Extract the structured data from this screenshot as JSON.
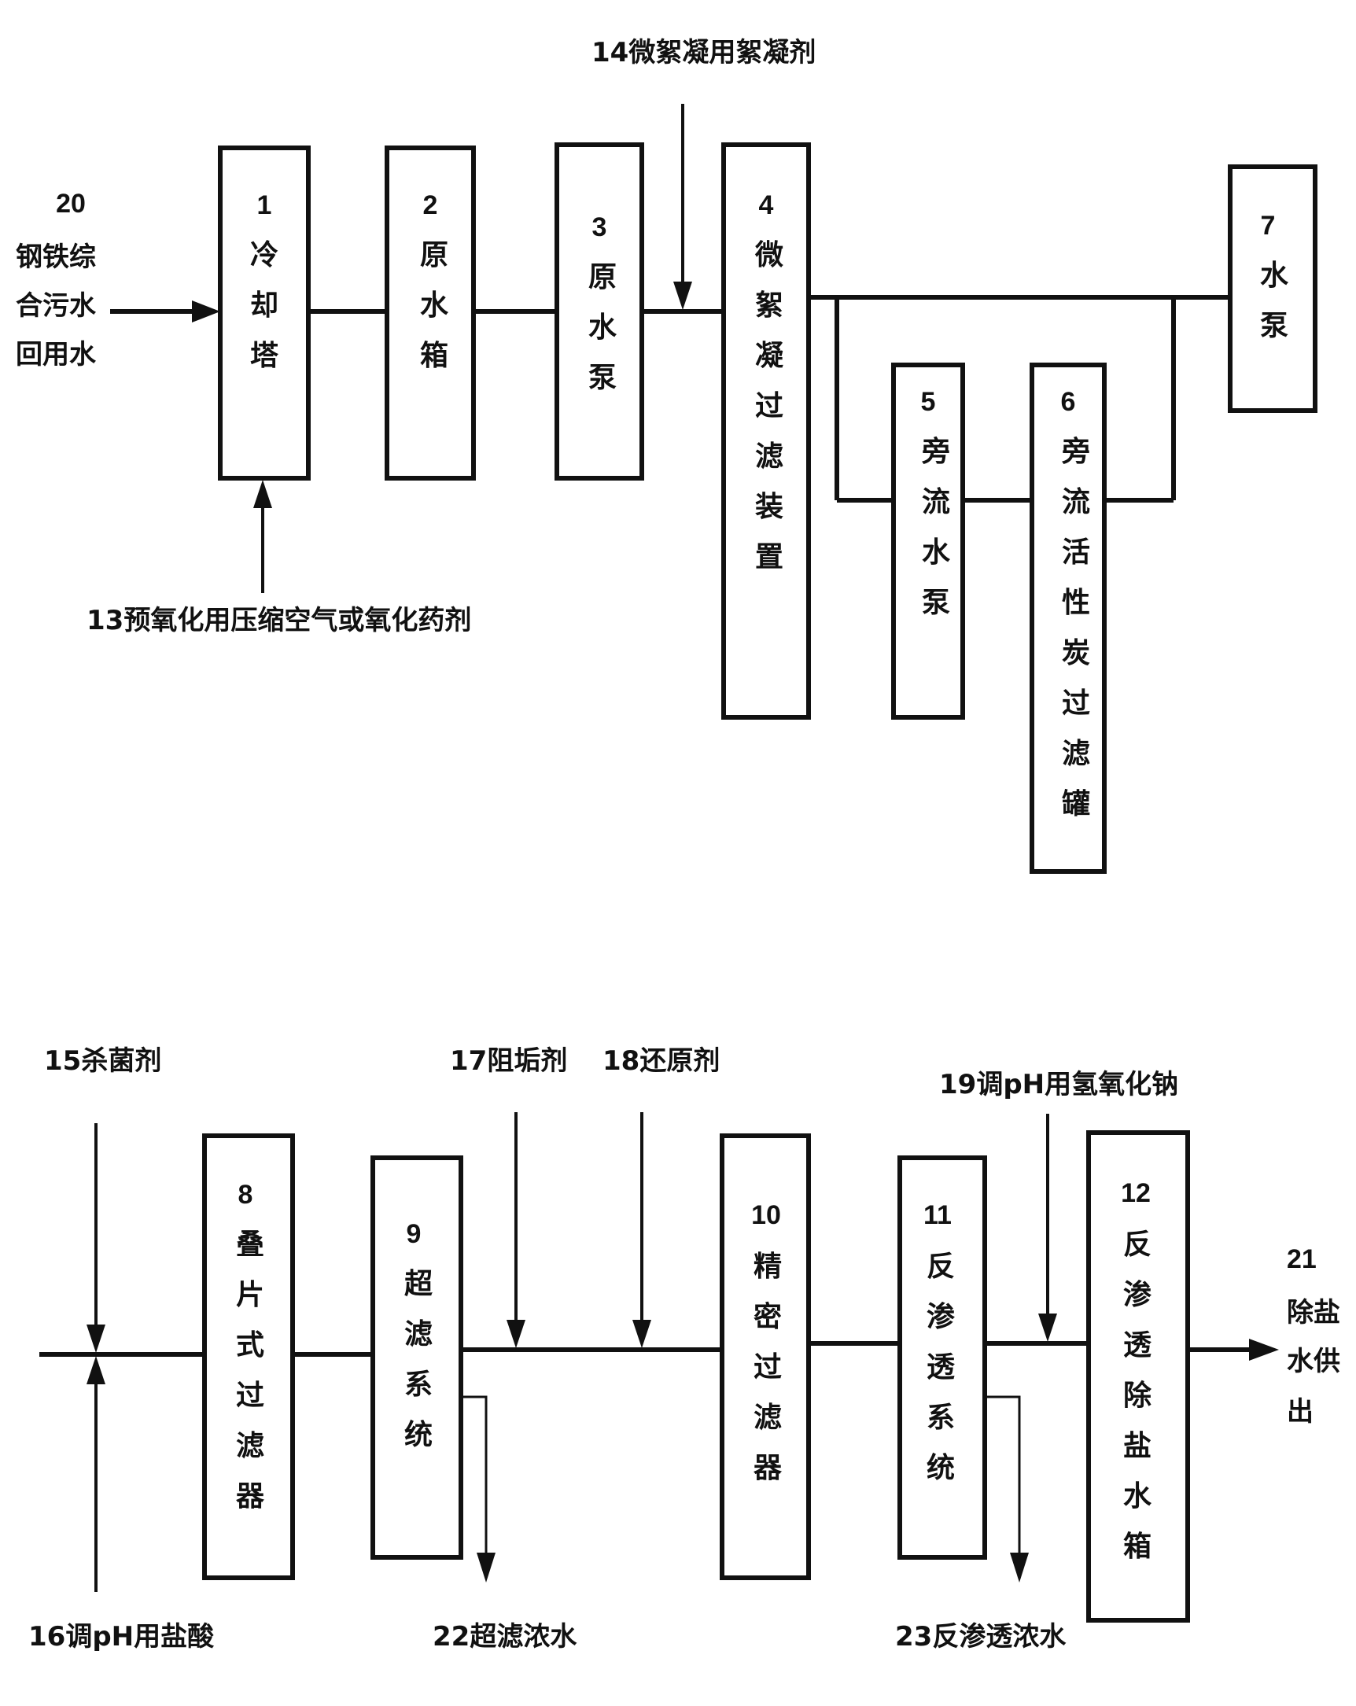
{
  "units": {
    "u1": {
      "num": "1",
      "name": "冷却塔"
    },
    "u2": {
      "num": "2",
      "name": "原水箱"
    },
    "u3": {
      "num": "3",
      "name": "原水泵"
    },
    "u4": {
      "num": "4",
      "name": "微絮凝过滤装置"
    },
    "u5": {
      "num": "5",
      "name": "旁流水泵"
    },
    "u6": {
      "num": "6",
      "name": "旁流活性炭过滤罐"
    },
    "u7": {
      "num": "7",
      "name": "水泵"
    },
    "u8": {
      "num": "8",
      "name": "叠片式过滤器"
    },
    "u9": {
      "num": "9",
      "name": "超滤系统"
    },
    "u10": {
      "num": "10",
      "name": "精密过滤器"
    },
    "u11": {
      "num": "11",
      "name": "反渗透系统"
    },
    "u12": {
      "num": "12",
      "name": "反渗透除盐水箱"
    }
  },
  "streams": {
    "s13": "13预氧化用压缩空气或氧化药剂",
    "s14": "14微絮凝用絮凝剂",
    "s15": "15杀菌剂",
    "s16": "16调pH用盐酸",
    "s17": "17阻垢剂",
    "s18": "18还原剂",
    "s19": "19调pH用氢氧化钠",
    "s20": {
      "num": "20",
      "lines": [
        "钢铁综",
        "合污水",
        "回用水"
      ]
    },
    "s21": {
      "num": "21",
      "lines": [
        "除盐",
        "水供",
        "出"
      ]
    },
    "s22": "22超滤浓水",
    "s23": "23反渗透浓水"
  }
}
